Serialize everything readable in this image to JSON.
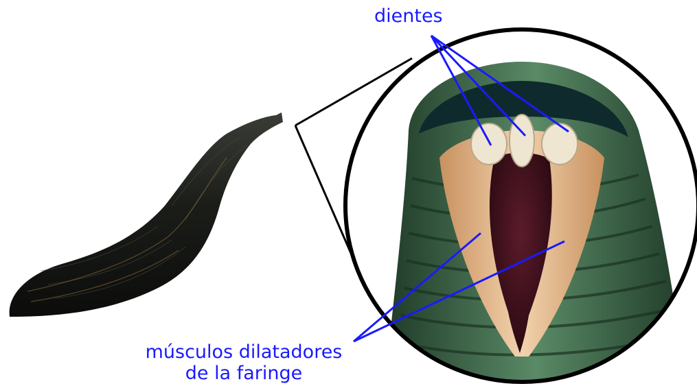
{
  "labels": {
    "teeth": "dientes",
    "muscles_line1": "músculos dilatadores",
    "muscles_line2": "de la faringe"
  },
  "colors": {
    "label": "#1a1aff",
    "leech_body": "#1b1d19",
    "zoom_circle": "#000000",
    "head_green": "#3f6a4a",
    "pharynx_tan": "#e2b98c",
    "mouth_interior": "#4a1420",
    "tooth": "#efe6d2"
  }
}
